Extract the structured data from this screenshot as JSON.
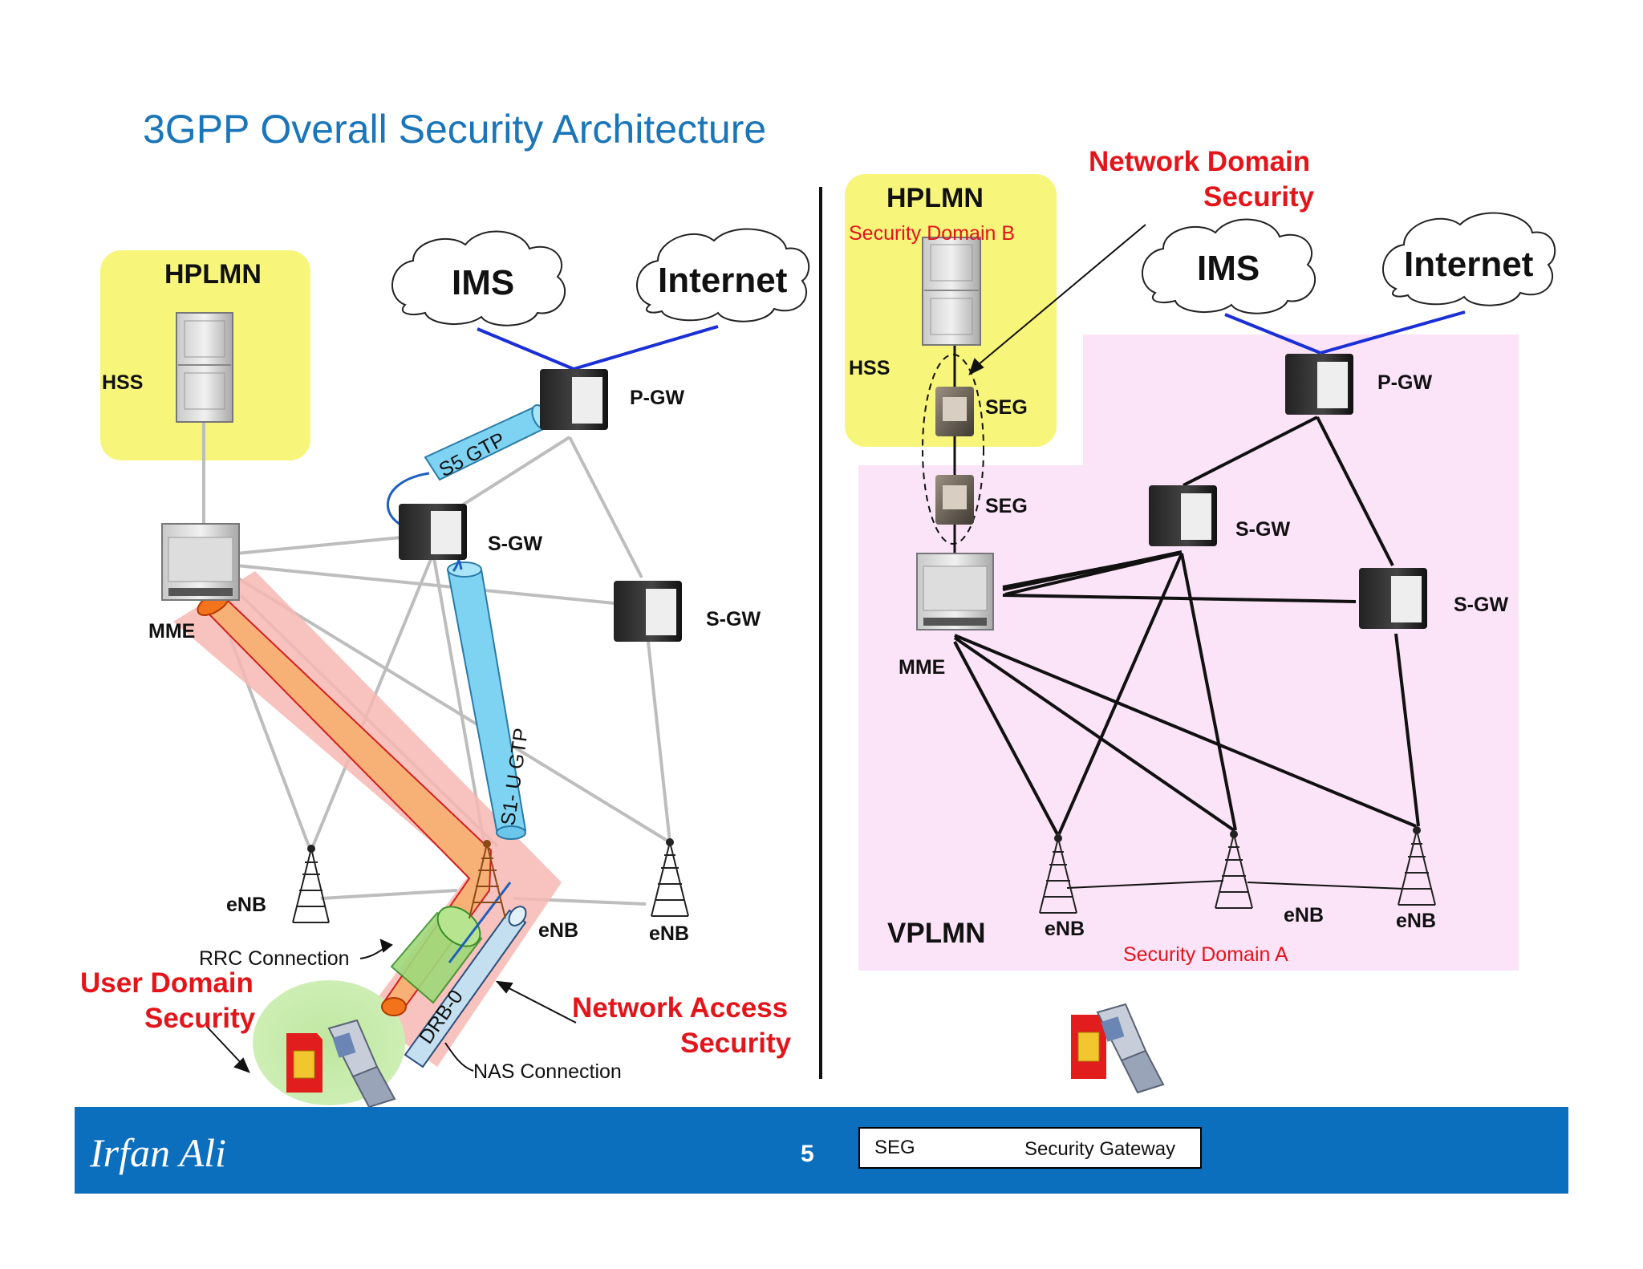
{
  "slide": {
    "title": "3GPP Overall Security Architecture",
    "page_number": "5",
    "author": "Irfan Ali"
  },
  "left_diagram": {
    "hplmn": "HPLMN",
    "hss": "HSS",
    "mme": "MME",
    "ims": "IMS",
    "internet": "Internet",
    "pgw": "P-GW",
    "sgw_1": "S-GW",
    "sgw_2": "S-GW",
    "s5_tunnel": "S5 GTP",
    "s1u_tunnel": "S1- U GTP",
    "drb_tunnel": "DRB-0",
    "enb_left": "eNB",
    "enb_mid": "eNB",
    "enb_right": "eNB",
    "rrc_connection": "RRC Connection",
    "nas_connection": "NAS Connection",
    "user_domain_line1": "User Domain",
    "user_domain_line2": "Security",
    "network_access_line1": "Network Access",
    "network_access_line2": "Security"
  },
  "right_diagram": {
    "hplmn": "HPLMN",
    "security_domain_b": "Security Domain B",
    "hss": "HSS",
    "seg_1": "SEG",
    "seg_2": "SEG",
    "mme": "MME",
    "ims": "IMS",
    "internet": "Internet",
    "pgw": "P-GW",
    "sgw_1": "S-GW",
    "sgw_2": "S-GW",
    "enb_1": "eNB",
    "enb_2": "eNB",
    "enb_3": "eNB",
    "vplmn": "VPLMN",
    "security_domain_a": "Security Domain A",
    "network_domain_line1": "Network Domain",
    "network_domain_line2": "Security"
  },
  "legend": {
    "abbreviation": "SEG",
    "description": "Security Gateway"
  },
  "colors": {
    "title": "#1a75b9",
    "footer": "#0b6fbe",
    "hplmn_zone": "#f7f57a",
    "vplmn_zone": "#fbe3f8",
    "red_text": "#e3151a",
    "tunnel_blue": "#7fd3f2"
  }
}
